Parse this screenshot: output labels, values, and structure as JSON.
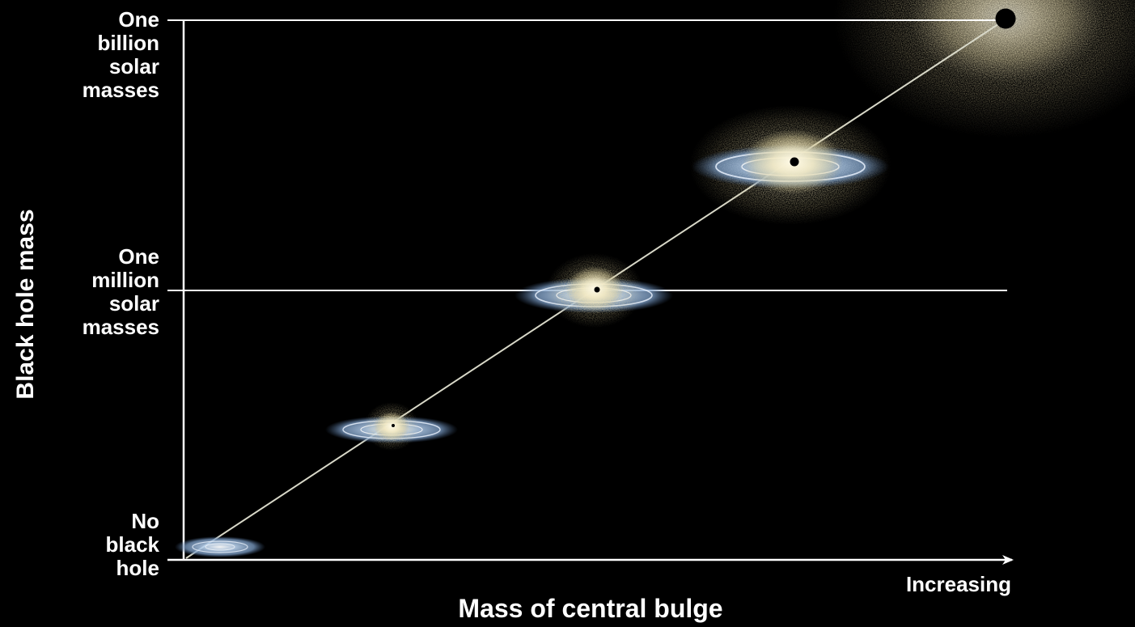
{
  "y_axis": {
    "title": "Black hole mass",
    "levels": [
      {
        "lines": [
          "One",
          "billion",
          "solar",
          "masses"
        ]
      },
      {
        "lines": [
          "One",
          "million",
          "solar",
          "masses"
        ]
      },
      {
        "lines": [
          "No",
          "black",
          "hole"
        ]
      }
    ]
  },
  "x_axis": {
    "title": "Mass of central bulge",
    "direction_label": "Increasing"
  },
  "galaxies": [
    {
      "stage": 1,
      "bulge": "none",
      "black_hole": "none"
    },
    {
      "stage": 2,
      "bulge": "small",
      "black_hole": "tiny"
    },
    {
      "stage": 3,
      "bulge": "medium",
      "black_hole": "one million solar masses"
    },
    {
      "stage": 4,
      "bulge": "large",
      "black_hole": "large"
    },
    {
      "stage": 5,
      "bulge": "elliptical",
      "black_hole": "one billion solar masses"
    }
  ],
  "colors": {
    "background": "#000000",
    "axis": "#ffffff",
    "trend_line": "#d8d8c8",
    "disk": "#a8c4e4",
    "bulge": "#f4ecc4",
    "black_hole": "#000000"
  }
}
